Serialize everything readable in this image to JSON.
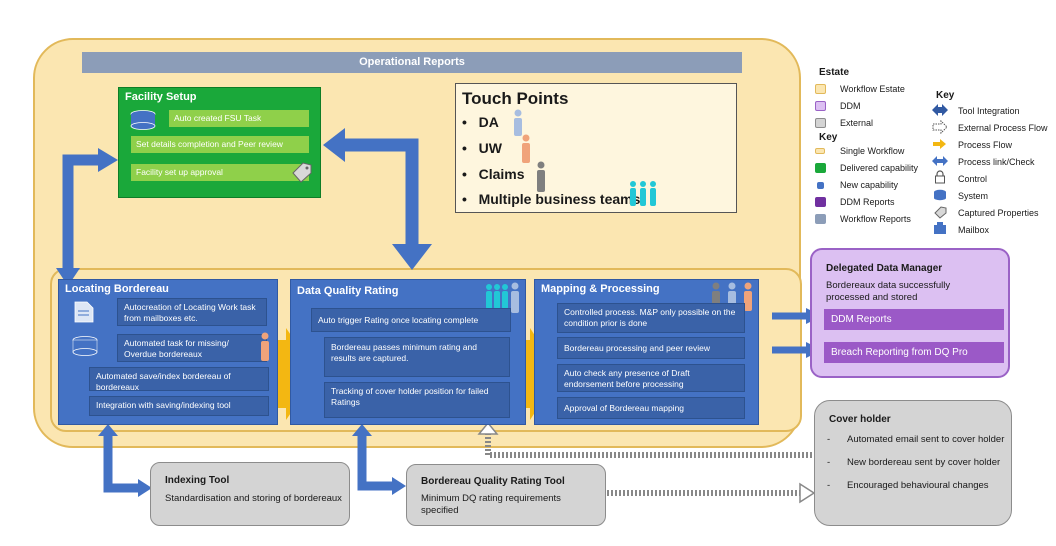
{
  "operational_reports": "Operational Reports",
  "facility_setup": {
    "title": "Facility Setup",
    "rows": [
      "Auto created FSU Task",
      "Set details completion and Peer review",
      "Facility set up approval"
    ]
  },
  "touch_points": {
    "title": "Touch Points",
    "items": [
      "DA",
      "UW",
      "Claims",
      "Multiple business teams"
    ]
  },
  "locating": {
    "title": "Locating Bordereau",
    "rows": [
      "Autocreation of Locating Work task from mailboxes etc.",
      "Automated task for missing/ Overdue bordereaux",
      "Automated save/index bordereau of bordereaux",
      "Integration with saving/indexing tool"
    ]
  },
  "dqr": {
    "title": "Data Quality Rating",
    "rows": [
      "Auto trigger Rating once locating complete",
      "Bordereau passes minimum rating and results are captured.",
      "Tracking of cover holder position for failed Ratings"
    ]
  },
  "mapping": {
    "title": "Mapping & Processing",
    "rows": [
      "Controlled process. M&P only possible on the condition prior is done",
      "Bordereau processing and peer review",
      "Auto check any presence of Draft endorsement before processing",
      "Approval of Bordereau mapping"
    ]
  },
  "ddm": {
    "title": "Delegated Data Manager",
    "text": "Bordereaux data successfully processed and stored",
    "bars": [
      "DDM Reports",
      "Breach Reporting from DQ Pro"
    ]
  },
  "cover_holder": {
    "title": "Cover holder",
    "items": [
      "Automated email sent to cover holder",
      "New bordereau sent by cover holder",
      "Encouraged behavioural changes"
    ]
  },
  "indexing_tool": {
    "title": "Indexing Tool",
    "text": "Standardisation and storing of bordereaux"
  },
  "bqr_tool": {
    "title": "Bordereau Quality Rating Tool",
    "text": "Minimum DQ rating requirements specified"
  },
  "estate_key": {
    "title": "Estate",
    "items": [
      {
        "label": "Workflow Estate",
        "color": "#fbe6b1",
        "border": "#e2b95a"
      },
      {
        "label": "DDM",
        "color": "#dcc0f2",
        "border": "#9a62c6"
      },
      {
        "label": "External",
        "color": "#d4d4d4",
        "border": "#8c8c8c"
      }
    ]
  },
  "key1": {
    "title": "Key",
    "items": [
      {
        "label": "Single Workflow",
        "color": "#fbe6b1",
        "border": "#e2b95a"
      },
      {
        "label": "Delivered capability",
        "color": "#1aa83a",
        "border": "#1aa83a"
      },
      {
        "label": "New capability",
        "color": "#4472c4",
        "border": "#4472c4"
      },
      {
        "label": "DDM Reports",
        "color": "#7030a0",
        "border": "#7030a0"
      },
      {
        "label": "Workflow Reports",
        "color": "#8c9db8",
        "border": "#8c9db8"
      }
    ]
  },
  "key2": {
    "title": "Key",
    "items": [
      {
        "label": "Tool Integration",
        "icon": "double-arrow-icon"
      },
      {
        "label": "External Process Flow",
        "icon": "dotted-arrow-icon"
      },
      {
        "label": "Process Flow",
        "icon": "arrow-icon"
      },
      {
        "label": "Process link/Check",
        "icon": "link-arrow-icon"
      },
      {
        "label": "Control",
        "icon": "lock-icon"
      },
      {
        "label": "System",
        "icon": "database-icon"
      },
      {
        "label": "Captured Properties",
        "icon": "tag-icon"
      },
      {
        "label": "Mailbox",
        "icon": "mailbox-icon"
      }
    ]
  }
}
